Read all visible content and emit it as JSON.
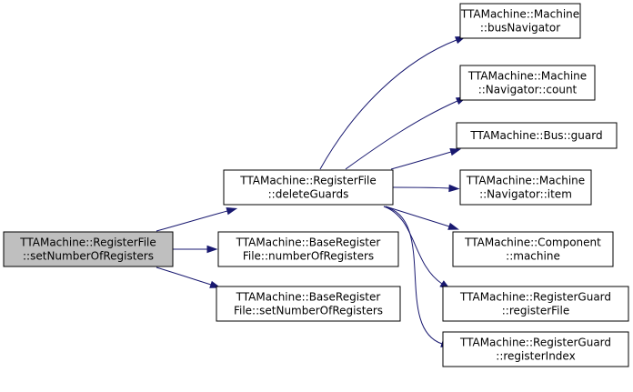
{
  "colors": {
    "edge": "#191970",
    "node_fill": "#ffffff",
    "root_fill": "#bfbfbf",
    "border": "#000000"
  },
  "nodes": [
    {
      "id": "root",
      "lines": [
        "TTAMachine::RegisterFile",
        "::setNumberOfRegisters"
      ],
      "highlight": true
    },
    {
      "id": "deleteGuards",
      "lines": [
        "TTAMachine::RegisterFile",
        "::deleteGuards"
      ],
      "highlight": false
    },
    {
      "id": "numberOfRegisters",
      "lines": [
        "TTAMachine::BaseRegister",
        "File::numberOfRegisters"
      ],
      "highlight": false
    },
    {
      "id": "baseSetNumber",
      "lines": [
        "TTAMachine::BaseRegister",
        "File::setNumberOfRegisters"
      ],
      "highlight": false
    },
    {
      "id": "busNavigator",
      "lines": [
        "TTAMachine::Machine",
        "::busNavigator"
      ],
      "highlight": false
    },
    {
      "id": "navCount",
      "lines": [
        "TTAMachine::Machine",
        "::Navigator::count"
      ],
      "highlight": false
    },
    {
      "id": "busGuard",
      "lines": [
        "TTAMachine::Bus::guard"
      ],
      "highlight": false
    },
    {
      "id": "navItem",
      "lines": [
        "TTAMachine::Machine",
        "::Navigator::item"
      ],
      "highlight": false
    },
    {
      "id": "compMachine",
      "lines": [
        "TTAMachine::Component",
        "::machine"
      ],
      "highlight": false
    },
    {
      "id": "regFile",
      "lines": [
        "TTAMachine::RegisterGuard",
        "::registerFile"
      ],
      "highlight": false
    },
    {
      "id": "regIndex",
      "lines": [
        "TTAMachine::RegisterGuard",
        "::registerIndex"
      ],
      "highlight": false
    }
  ],
  "edges": [
    {
      "from": "root",
      "to": "deleteGuards"
    },
    {
      "from": "root",
      "to": "numberOfRegisters"
    },
    {
      "from": "root",
      "to": "baseSetNumber"
    },
    {
      "from": "deleteGuards",
      "to": "busNavigator"
    },
    {
      "from": "deleteGuards",
      "to": "navCount"
    },
    {
      "from": "deleteGuards",
      "to": "busGuard"
    },
    {
      "from": "deleteGuards",
      "to": "navItem"
    },
    {
      "from": "deleteGuards",
      "to": "compMachine"
    },
    {
      "from": "deleteGuards",
      "to": "regFile"
    },
    {
      "from": "deleteGuards",
      "to": "regIndex"
    }
  ]
}
